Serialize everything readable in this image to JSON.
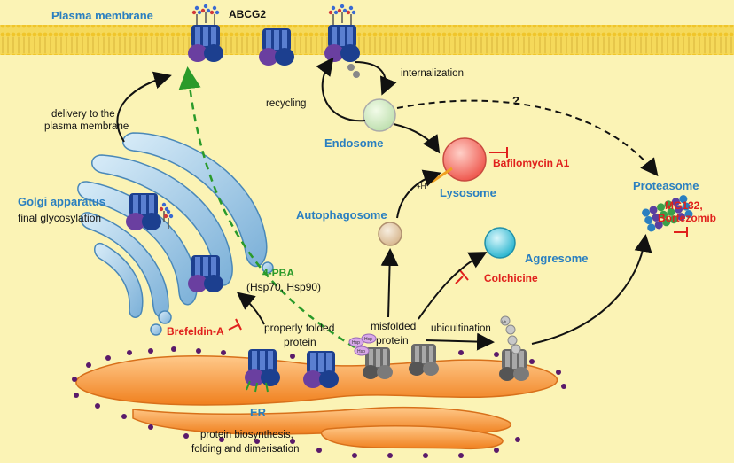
{
  "labels": {
    "plasma_membrane": "Plasma membrane",
    "abcg2": "ABCG2",
    "internalization": "internalization",
    "recycling": "recycling",
    "question": "?",
    "delivery_line1": "delivery to the",
    "delivery_line2": "plasma membrane",
    "endosome": "Endosome",
    "bafilomycin": "Bafilomycin A1",
    "lysosome": "Lysosome",
    "hplus": "+H",
    "proteasome": "Proteasome",
    "mg132_line1": "MG132,",
    "mg132_line2": "Bortezomib",
    "golgi": "Golgi apparatus",
    "glycosylation": "final glycosylation",
    "autophagosome": "Autophagosome",
    "aggresome": "Aggresome",
    "pba": "4-PBA",
    "hsp": "(Hsp70, Hsp90)",
    "colchicine": "Colchicine",
    "brefeldin": "Brefeldin-A",
    "properly_line1": "properly folded",
    "properly_line2": "protein",
    "misfolded_line1": "misfolded",
    "misfolded_line2": "protein",
    "ubiquitination": "ubiquitination",
    "er": "ER",
    "er_line1": "protein biosynthesis,",
    "er_line2": "folding and dimerisation",
    "chaperone1": "Hsp",
    "chaperone2": "Hsp",
    "chaperone3": "Hsp",
    "ub": "Ub"
  },
  "colors": {
    "background": "#fbf3b5",
    "membrane": "#f5d95a",
    "organelle_blue": "#2a7fc0",
    "inhibitor_red": "#e0201c",
    "chaperone_green": "#2a9a2a",
    "er_orange": "#f08a2a",
    "transporter_blue": "#1c3f8f",
    "transporter_purple": "#6a3fa0"
  }
}
